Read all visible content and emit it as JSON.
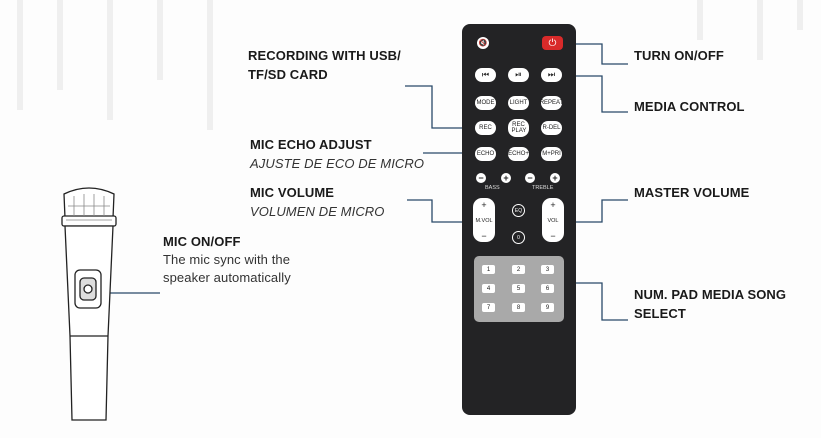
{
  "callouts": {
    "recording": {
      "line1": "RECORDING WITH USB/",
      "line2": "TF/SD CARD"
    },
    "echo": {
      "title": "MIC ECHO ADJUST",
      "sub": "AJUSTE DE ECO DE MICRO"
    },
    "mic_volume": {
      "title": "MIC VOLUME",
      "sub": "VOLUMEN DE MICRO"
    },
    "mic_onoff": {
      "title": "MIC ON/OFF",
      "desc1": "The mic sync with the",
      "desc2": "speaker automatically"
    },
    "turn_on": {
      "title": "TURN ON/OFF"
    },
    "media_control": {
      "title": "MEDIA CONTROL"
    },
    "master_volume": {
      "title": "MASTER VOLUME"
    },
    "numpad": {
      "line1": "NUM. PAD MEDIA SONG",
      "line2": "SELECT"
    }
  },
  "remote": {
    "row_transport": [
      "⏮",
      "⏯",
      "⏭"
    ],
    "row_mode": [
      "MODE",
      "LIGHT",
      "REPEAT"
    ],
    "row_rec": [
      "REC",
      "REC PLAY",
      "R-DEL"
    ],
    "row_echo": [
      "ECHO",
      "ECHO+",
      "M+PRI"
    ],
    "bass_label": "BASS",
    "treble_label": "TREBLE",
    "minus": "−",
    "plus": "+",
    "mvol_label": "M.VOL",
    "vol_label": "VOL",
    "eq_label": "EQ",
    "zero": "0",
    "numbers": [
      "1",
      "2",
      "3",
      "4",
      "5",
      "6",
      "7",
      "8",
      "9"
    ]
  }
}
